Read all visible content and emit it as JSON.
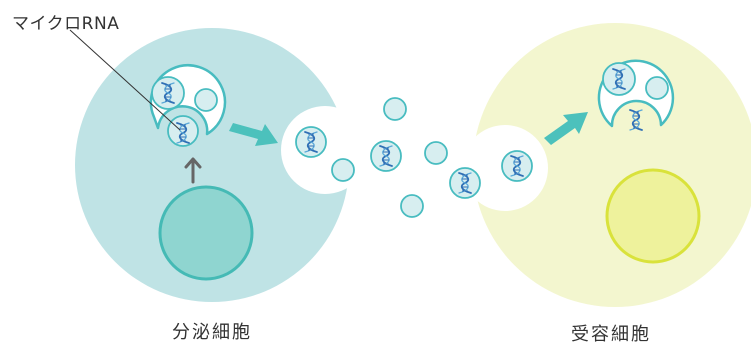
{
  "labels": {
    "microrna": "マイクロRNA",
    "secreting_cell": "分泌細胞",
    "recipient_cell": "受容細胞"
  },
  "colors": {
    "secreting_cytoplasm": "#bfe3e5",
    "secreting_nucleus_fill": "#8fd5d0",
    "secreting_nucleus_stroke": "#45bab5",
    "recipient_cytoplasm": "#f3f6cf",
    "recipient_nucleus_fill": "#eef29c",
    "recipient_nucleus_stroke": "#d9e23b",
    "vesicle_stroke": "#48bcc0",
    "vesicle_fill": "#d7eef0",
    "arrow_teal": "#4cc1bc",
    "arrow_gray": "#666666",
    "rna_strand_a": "#2f6fb5",
    "rna_strand_b": "#5aa8d8",
    "leader_line": "#333333"
  }
}
